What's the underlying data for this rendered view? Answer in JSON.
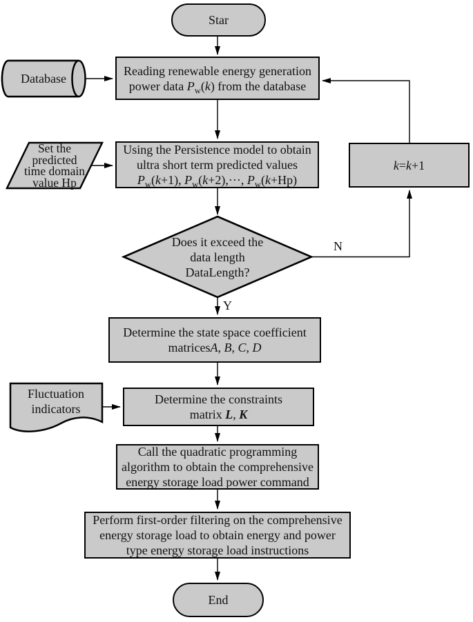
{
  "diagram": {
    "colors": {
      "shape_fill": "#cacaca",
      "stroke": "#000000",
      "background": "#ffffff"
    },
    "nodes": {
      "start": {
        "type": "terminator",
        "label": "Star"
      },
      "database": {
        "type": "cylinder",
        "lines": [
          [
            {
              "t": "Database"
            }
          ]
        ]
      },
      "read": {
        "type": "process",
        "lines": [
          [
            {
              "t": "Reading renewable energy generation"
            }
          ],
          [
            {
              "t": "power data "
            },
            {
              "t": "P",
              "i": 1
            },
            {
              "t": "w",
              "sub": 1
            },
            {
              "t": "("
            },
            {
              "t": "k",
              "i": 1
            },
            {
              "t": ") from the database"
            }
          ]
        ]
      },
      "set_hp": {
        "type": "input",
        "lines": [
          [
            {
              "t": "Set the"
            }
          ],
          [
            {
              "t": "predicted"
            }
          ],
          [
            {
              "t": "time domain"
            }
          ],
          [
            {
              "t": "value Hp"
            }
          ]
        ]
      },
      "persistence": {
        "type": "process",
        "lines": [
          [
            {
              "t": "Using the Persistence model to obtain"
            }
          ],
          [
            {
              "t": "ultra short term predicted values"
            }
          ],
          [
            {
              "t": "P",
              "i": 1
            },
            {
              "t": "w",
              "sub": 1
            },
            {
              "t": "("
            },
            {
              "t": "k",
              "i": 1
            },
            {
              "t": "+1), "
            },
            {
              "t": "P",
              "i": 1
            },
            {
              "t": "w",
              "sub": 1
            },
            {
              "t": "("
            },
            {
              "t": "k",
              "i": 1
            },
            {
              "t": "+2),···, "
            },
            {
              "t": "P",
              "i": 1
            },
            {
              "t": "w",
              "sub": 1
            },
            {
              "t": "("
            },
            {
              "t": "k",
              "i": 1
            },
            {
              "t": "+Hp)"
            }
          ]
        ]
      },
      "loop_increment": {
        "type": "process",
        "lines": [
          [
            {
              "t": "k",
              "i": 1
            },
            {
              "t": "="
            },
            {
              "t": "k",
              "i": 1
            },
            {
              "t": "+1"
            }
          ]
        ]
      },
      "decision": {
        "type": "decision",
        "lines": [
          [
            {
              "t": "Does it exceed the"
            }
          ],
          [
            {
              "t": "data length"
            }
          ],
          [
            {
              "t": "DataLength?"
            }
          ]
        ]
      },
      "state_space": {
        "type": "process",
        "lines": [
          [
            {
              "t": "Determine the state space coefficient"
            }
          ],
          [
            {
              "t": "matrices"
            },
            {
              "t": "A",
              "i": 1
            },
            {
              "t": "、 "
            },
            {
              "t": "B",
              "i": 1
            },
            {
              "t": "、 "
            },
            {
              "t": "C",
              "i": 1
            },
            {
              "t": "、 "
            },
            {
              "t": "D",
              "i": 1
            }
          ]
        ]
      },
      "fluctuation": {
        "type": "document",
        "lines": [
          [
            {
              "t": "Fluctuation"
            }
          ],
          [
            {
              "t": "indicators"
            }
          ]
        ]
      },
      "constraints": {
        "type": "process",
        "lines": [
          [
            {
              "t": "Determine the constraints"
            }
          ],
          [
            {
              "t": "matrix "
            },
            {
              "t": "L",
              "b": 1
            },
            {
              "t": "、 "
            },
            {
              "t": "K",
              "b": 1
            }
          ]
        ]
      },
      "quadratic": {
        "type": "process",
        "lines": [
          [
            {
              "t": "Call the quadratic programming"
            }
          ],
          [
            {
              "t": "algorithm to obtain the comprehensive"
            }
          ],
          [
            {
              "t": "energy storage load power command"
            }
          ]
        ]
      },
      "filtering": {
        "type": "process",
        "lines": [
          [
            {
              "t": "Perform first-order filtering on the comprehensive"
            }
          ],
          [
            {
              "t": "energy storage load to obtain energy and power"
            }
          ],
          [
            {
              "t": "type energy storage load instructions"
            }
          ]
        ]
      },
      "end": {
        "type": "terminator",
        "label": "End"
      }
    },
    "edge_labels": {
      "yes": "Y",
      "no": "N"
    }
  }
}
